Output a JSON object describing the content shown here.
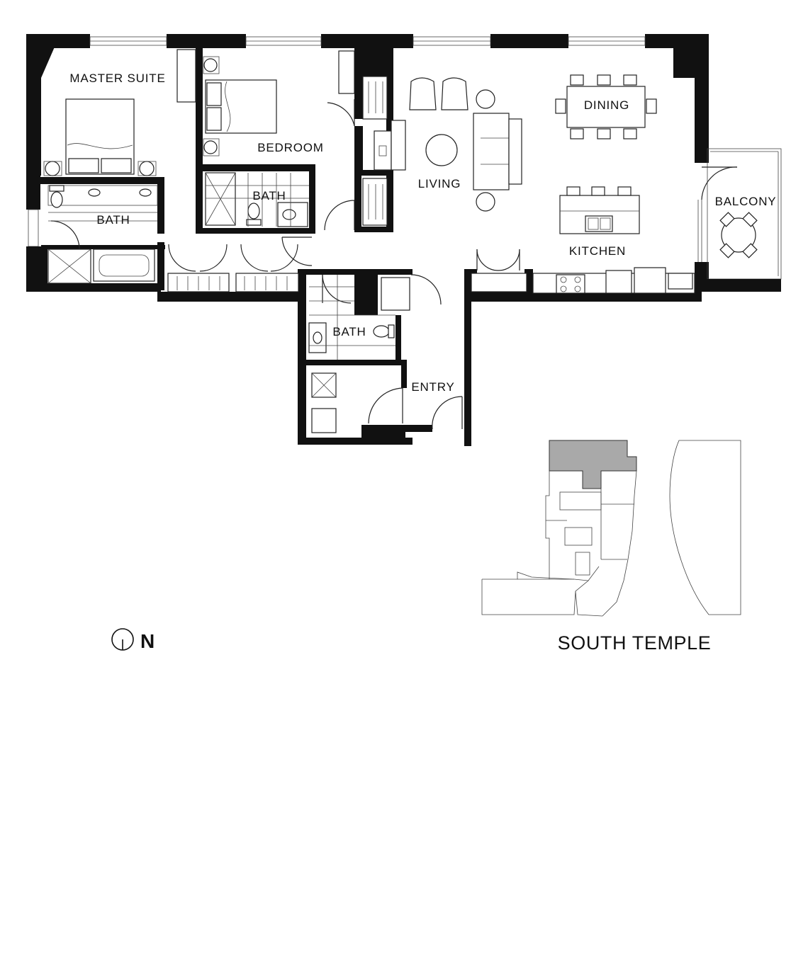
{
  "rooms": {
    "master_suite": "MASTER SUITE",
    "bedroom": "BEDROOM",
    "bath_master": "BATH",
    "bath_bedroom": "BATH",
    "bath_entry": "BATH",
    "living": "LIVING",
    "dining": "DINING",
    "kitchen": "KITCHEN",
    "balcony": "BALCONY",
    "entry": "ENTRY"
  },
  "north": {
    "letter": "N",
    "icon": "north-arrow-icon"
  },
  "keyplan": {
    "caption": "SOUTH TEMPLE",
    "highlight_color": "#a9a9a9"
  },
  "colors": {
    "wall": "#111111",
    "line": "#222222",
    "background": "#ffffff"
  }
}
